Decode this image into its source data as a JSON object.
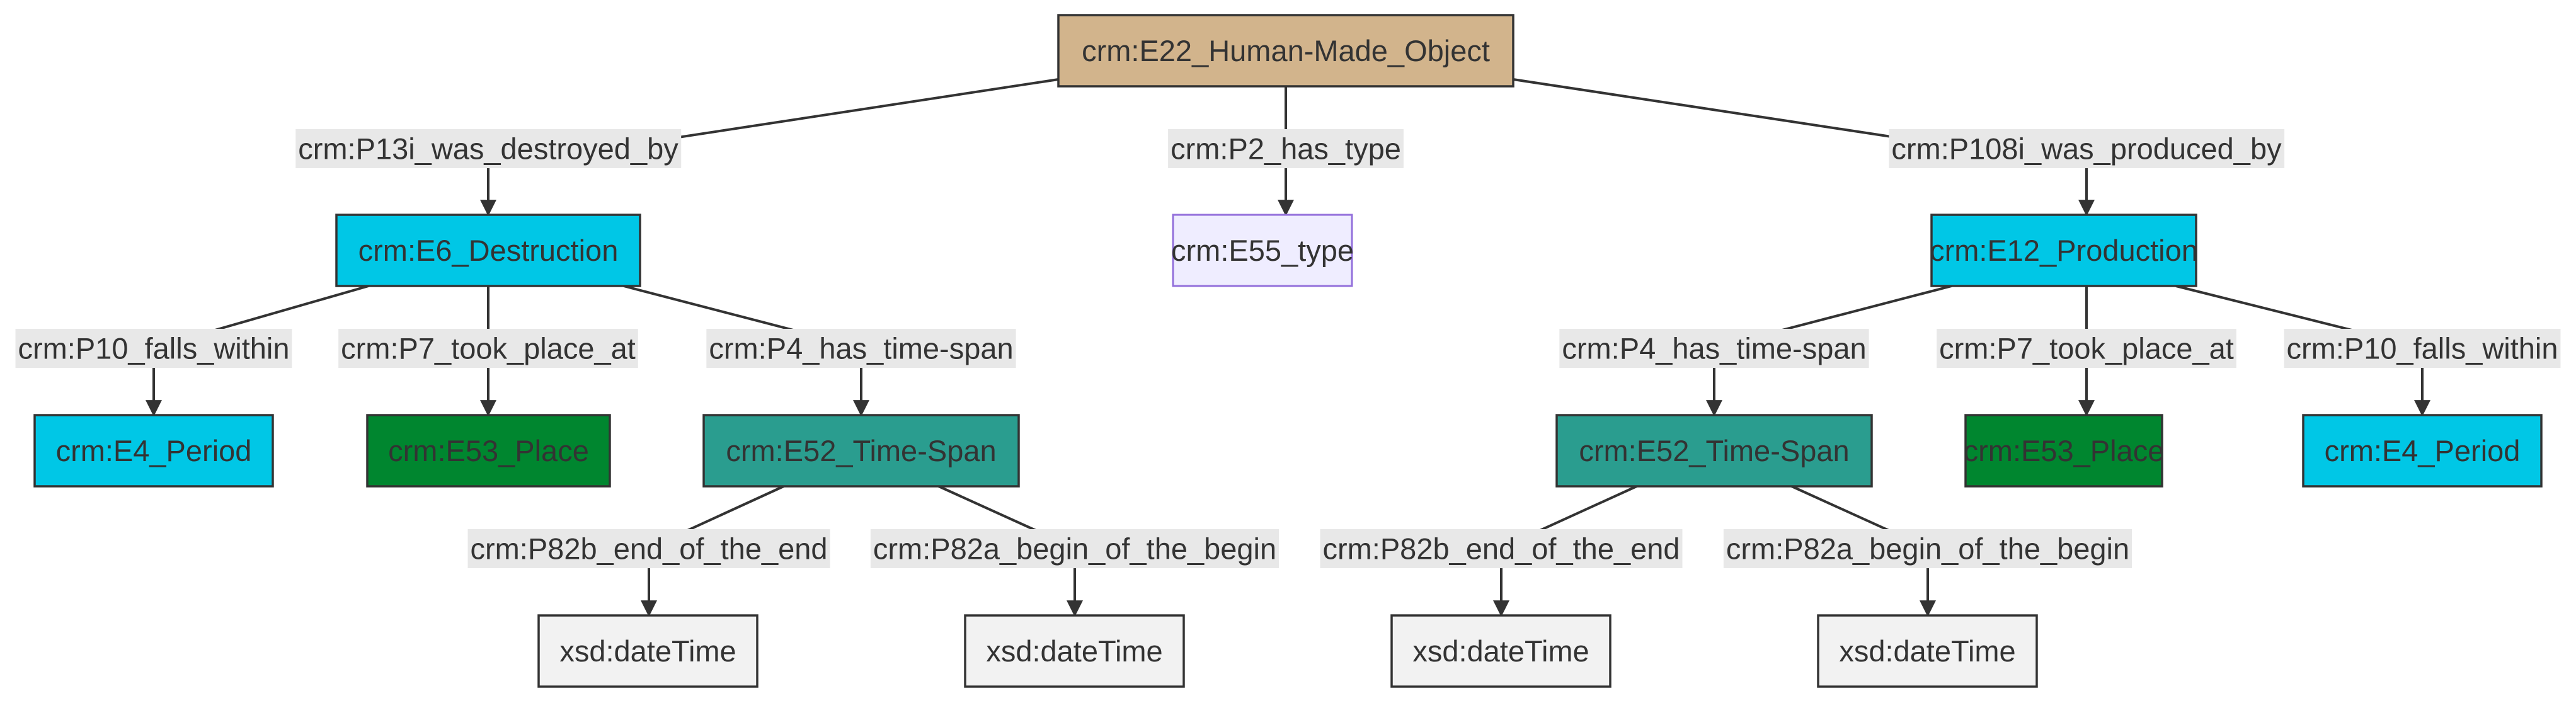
{
  "diagram": {
    "colors": {
      "object": "#d2b48c",
      "event": "#00c7e6",
      "place": "#00862f",
      "timespan": "#2a9d8f",
      "type": "#efedff",
      "type_border": "#9370db",
      "literal": "#f2f2f2",
      "stroke": "#333333",
      "label_bg": "#e8e8e8"
    },
    "nodes": [
      {
        "id": "obj",
        "label": "crm:E22_Human-Made_Object",
        "kind": "object"
      },
      {
        "id": "destr",
        "label": "crm:E6_Destruction",
        "kind": "event"
      },
      {
        "id": "type",
        "label": "crm:E55_type",
        "kind": "type"
      },
      {
        "id": "prod",
        "label": "crm:E12_Production",
        "kind": "event"
      },
      {
        "id": "period1",
        "label": "crm:E4_Period",
        "kind": "event"
      },
      {
        "id": "place1",
        "label": "crm:E53_Place",
        "kind": "place"
      },
      {
        "id": "ts1",
        "label": "crm:E52_Time-Span",
        "kind": "timespan"
      },
      {
        "id": "ts2",
        "label": "crm:E52_Time-Span",
        "kind": "timespan"
      },
      {
        "id": "place2",
        "label": "crm:E53_Place",
        "kind": "place"
      },
      {
        "id": "period2",
        "label": "crm:E4_Period",
        "kind": "event"
      },
      {
        "id": "dt1",
        "label": "xsd:dateTime",
        "kind": "literal"
      },
      {
        "id": "dt2",
        "label": "xsd:dateTime",
        "kind": "literal"
      },
      {
        "id": "dt3",
        "label": "xsd:dateTime",
        "kind": "literal"
      },
      {
        "id": "dt4",
        "label": "xsd:dateTime",
        "kind": "literal"
      }
    ],
    "edges": [
      {
        "from": "obj",
        "to": "destr",
        "label": "crm:P13i_was_destroyed_by"
      },
      {
        "from": "obj",
        "to": "type",
        "label": "crm:P2_has_type"
      },
      {
        "from": "obj",
        "to": "prod",
        "label": "crm:P108i_was_produced_by"
      },
      {
        "from": "destr",
        "to": "period1",
        "label": "crm:P10_falls_within"
      },
      {
        "from": "destr",
        "to": "place1",
        "label": "crm:P7_took_place_at"
      },
      {
        "from": "destr",
        "to": "ts1",
        "label": "crm:P4_has_time-span"
      },
      {
        "from": "prod",
        "to": "ts2",
        "label": "crm:P4_has_time-span"
      },
      {
        "from": "prod",
        "to": "place2",
        "label": "crm:P7_took_place_at"
      },
      {
        "from": "prod",
        "to": "period2",
        "label": "crm:P10_falls_within"
      },
      {
        "from": "ts1",
        "to": "dt1",
        "label": "crm:P82b_end_of_the_end"
      },
      {
        "from": "ts1",
        "to": "dt2",
        "label": "crm:P82a_begin_of_the_begin"
      },
      {
        "from": "ts2",
        "to": "dt3",
        "label": "crm:P82b_end_of_the_end"
      },
      {
        "from": "ts2",
        "to": "dt4",
        "label": "crm:P82a_begin_of_the_begin"
      }
    ]
  }
}
